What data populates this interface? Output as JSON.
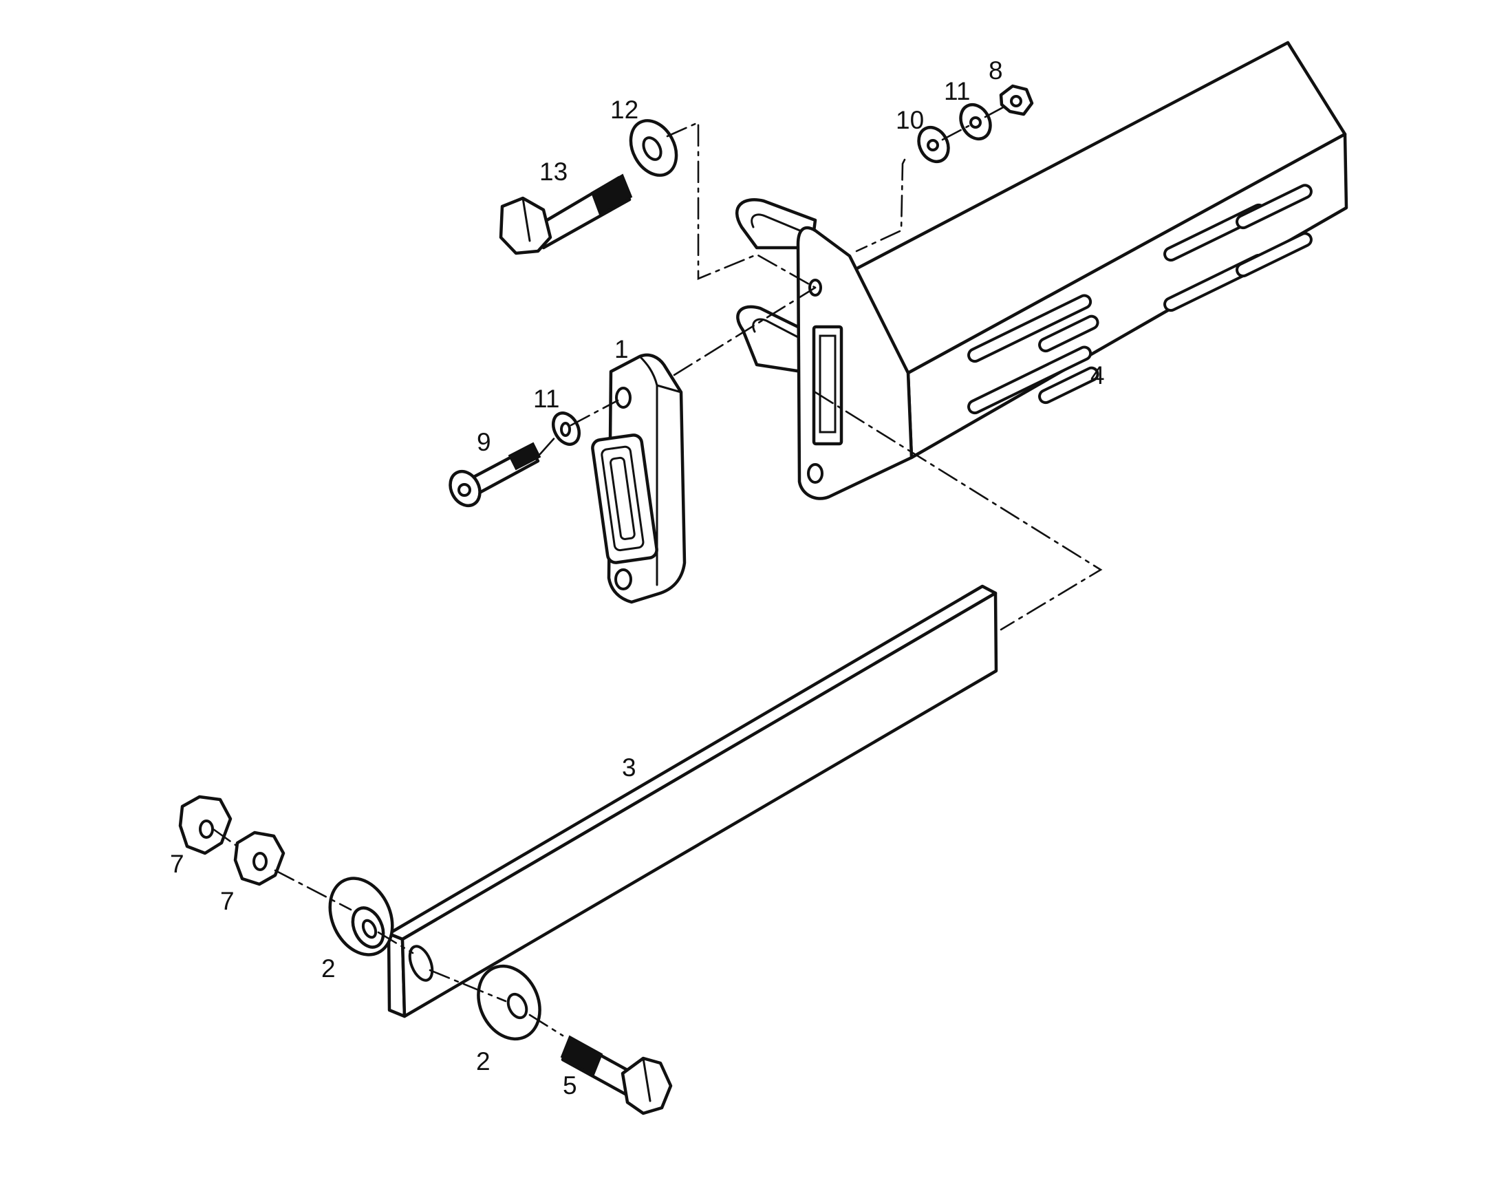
{
  "colors": {
    "ink": "#111111",
    "paper": "#ffffff"
  },
  "callouts": {
    "c1": "1",
    "c2a": "2",
    "c2b": "2",
    "c3": "3",
    "c4": "4",
    "c5": "5",
    "c7a": "7",
    "c7b": "7",
    "c8": "8",
    "c9": "9",
    "c10": "10",
    "c11a": "11",
    "c11b": "11",
    "c12": "12",
    "c13": "13"
  }
}
